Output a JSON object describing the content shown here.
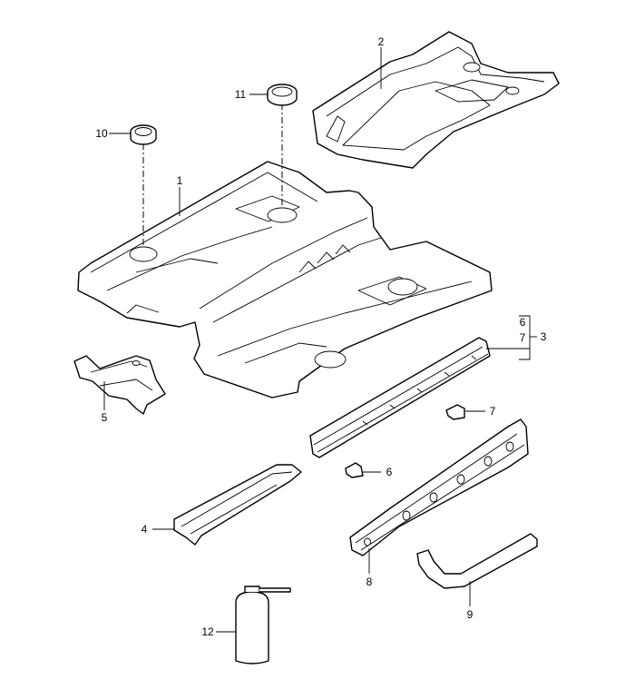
{
  "callouts": {
    "floor_pan": "1",
    "front_panel": "2",
    "side_member_group": "3",
    "cover_left": "4",
    "bracket": "5",
    "clip_a": "6",
    "clip_b": "7",
    "group_6": "6",
    "group_7": "7",
    "reinforcement": "8",
    "hose": "9",
    "plug_small": "10",
    "plug_large": "11",
    "spray_can": "12"
  }
}
